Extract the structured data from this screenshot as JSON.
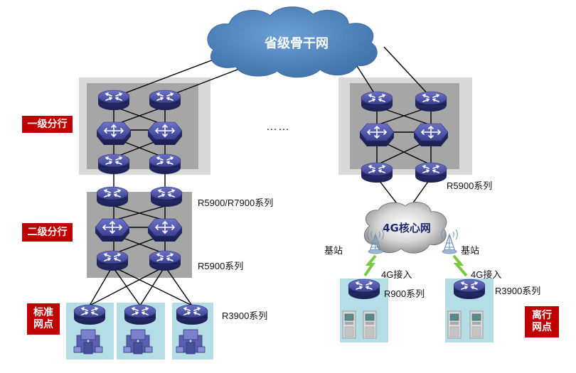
{
  "backbone_cloud": {
    "label": "省级骨干网"
  },
  "core_cloud": {
    "label": "4G核心网"
  },
  "ellipsis": "……",
  "tiers": {
    "level1": "一级分行",
    "level2": "二级分行",
    "standard_outlet_line1": "标准",
    "standard_outlet_line2": "网点",
    "offline_outlet_line1": "离行",
    "offline_outlet_line2": "网点"
  },
  "series_labels": {
    "r5900_r7900": "R5900/R7900系列",
    "r5900_left": "R5900系列",
    "r3900_left": "R3900系列",
    "r5900_right": "R5900系列",
    "r900": "R900系列",
    "r3900_right": "R3900系列"
  },
  "wireless": {
    "base_station_left": "基站",
    "base_station_right": "基站",
    "access_left": "4G接入",
    "access_right": "4G接入"
  },
  "colors": {
    "tag_red": "#c00000",
    "cloud_blue": "#4f81bd",
    "device_navy": "#3a3f8c",
    "panel_gray": "#a6a6a6",
    "panel_light": "#d9d9d9",
    "outlet_cyan": "#b4dde6"
  }
}
